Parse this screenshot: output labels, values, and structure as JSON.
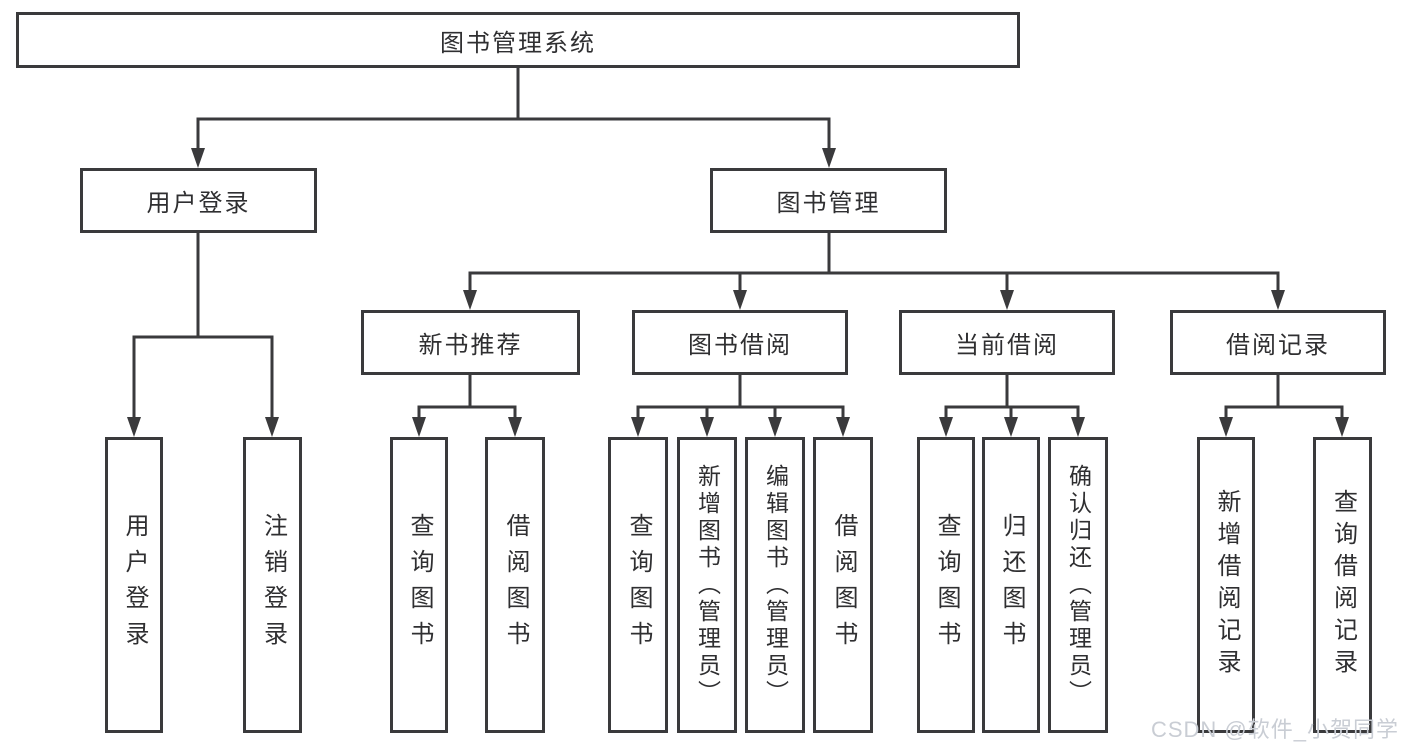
{
  "diagram": {
    "title_node": {
      "label": "图书管理系统"
    },
    "level2": [
      {
        "label": "用户登录"
      },
      {
        "label": "图书管理"
      }
    ],
    "level3": [
      {
        "label": "新书推荐",
        "parent": "图书管理"
      },
      {
        "label": "图书借阅",
        "parent": "图书管理"
      },
      {
        "label": "当前借阅",
        "parent": "图书管理"
      },
      {
        "label": "借阅记录",
        "parent": "图书管理"
      }
    ],
    "leaves": [
      {
        "label": "用户登录",
        "parent": "用户登录"
      },
      {
        "label": "注销登录",
        "parent": "用户登录"
      },
      {
        "label": "查询图书",
        "parent": "新书推荐"
      },
      {
        "label": "借阅图书",
        "parent": "新书推荐"
      },
      {
        "label": "查询图书",
        "parent": "图书借阅"
      },
      {
        "label": "新增图书（管理员）",
        "parent": "图书借阅"
      },
      {
        "label": "编辑图书（管理员）",
        "parent": "图书借阅"
      },
      {
        "label": "借阅图书",
        "parent": "图书借阅"
      },
      {
        "label": "查询图书",
        "parent": "当前借阅"
      },
      {
        "label": "归还图书",
        "parent": "当前借阅"
      },
      {
        "label": "确认归还（管理员）",
        "parent": "当前借阅"
      },
      {
        "label": "新增借阅记录",
        "parent": "借阅记录"
      },
      {
        "label": "查询借阅记录",
        "parent": "借阅记录"
      }
    ]
  },
  "colors": {
    "line": "#3a3a3c",
    "text": "#2f2f31",
    "background": "#ffffff",
    "watermark": "#c9cdd4"
  },
  "watermark": {
    "text": "CSDN @软件_小贺同学"
  }
}
